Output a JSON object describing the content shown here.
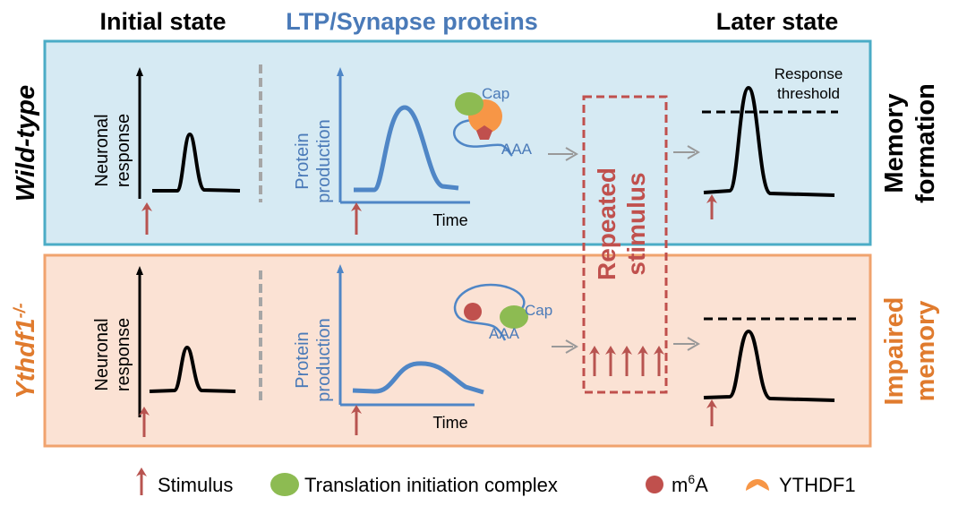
{
  "headers": {
    "initial_state": "Initial state",
    "ltp": "LTP/Synapse proteins",
    "later_state": "Later state"
  },
  "rows": {
    "wild_type": {
      "label": "Wild-type",
      "outcome_line1": "Memory",
      "outcome_line2": "formation"
    },
    "ythdf1": {
      "label_main": "Ythdf1",
      "label_sup": "-/-",
      "outcome_line1": "Impaired",
      "outcome_line2": "memory"
    }
  },
  "axes": {
    "neuronal_line1": "Neuronal",
    "neuronal_line2": "response",
    "protein_line1": "Protein",
    "protein_line2": "production",
    "time": "Time"
  },
  "mrna": {
    "cap": "Cap",
    "poly_a": "AAA"
  },
  "repeated_stimulus": {
    "line1": "Repeated",
    "line2": "stimulus"
  },
  "threshold": {
    "line1": "Response",
    "line2": "threshold"
  },
  "legend": {
    "stimulus": "Stimulus",
    "complex": "Translation initiation complex",
    "m6a_main": "m",
    "m6a_sup": "6",
    "m6a_end": "A",
    "ythdf1": "YTHDF1"
  },
  "colors": {
    "wt_fill": "#d6eaf3",
    "wt_border": "#4bacc6",
    "ko_fill": "#fbe2d4",
    "ko_border": "#f0a36e",
    "blue_text": "#4a7ab8",
    "orange_text": "#e07b2e",
    "stimulus_arrow": "#b85450",
    "green_complex": "#8dbb52",
    "m6a": "#c0504d",
    "ythdf1": "#f79646",
    "protein_curve": "#4f86c6",
    "dashed_box": "#c0504d"
  }
}
